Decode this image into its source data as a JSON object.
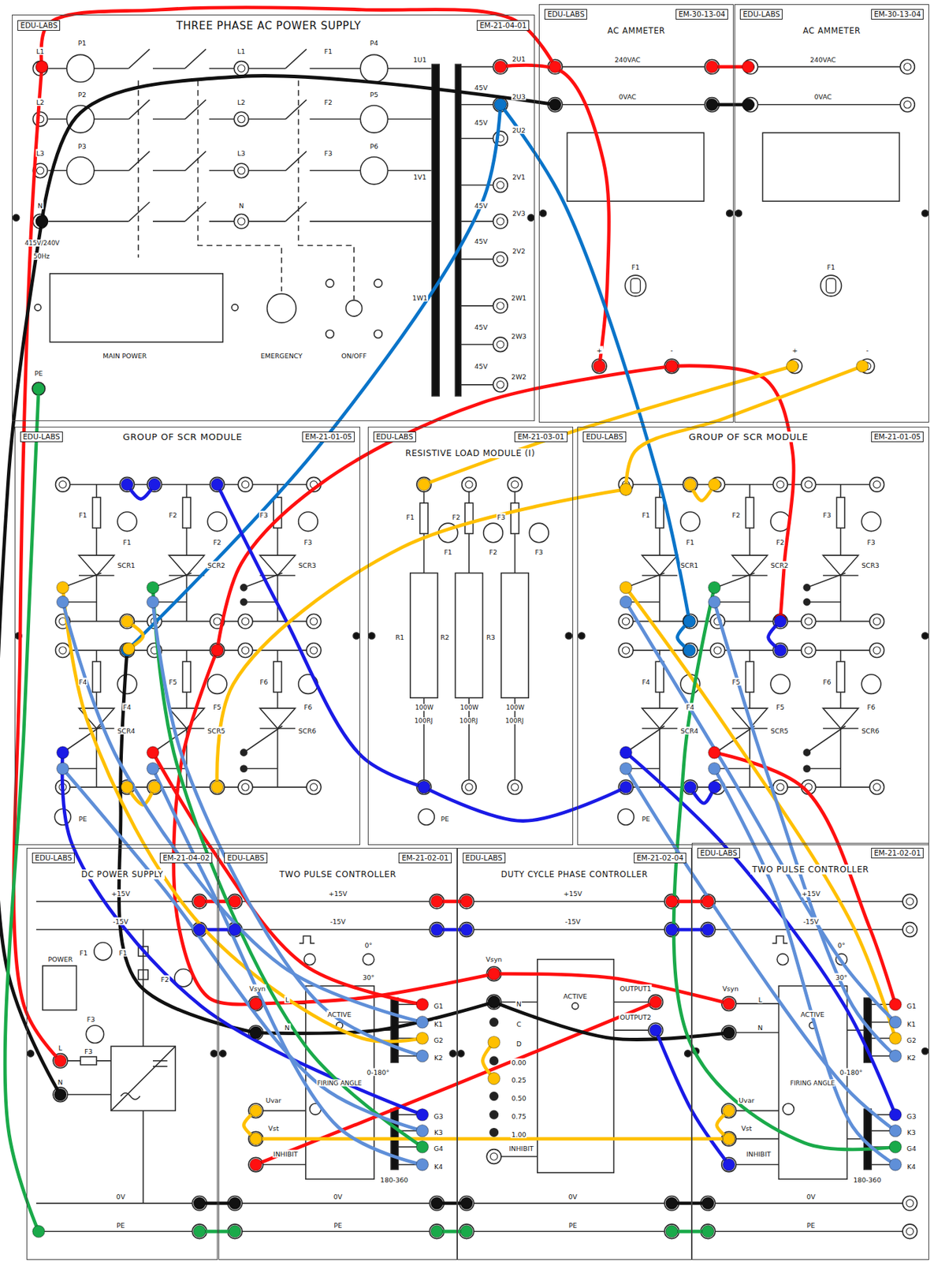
{
  "diagram": {
    "nodes": [
      {
        "text": [
          "EDU-LABS",
          "THREE PHASE AC POWER SUPPLY",
          "EM-21-04-01"
        ]
      },
      {
        "text": [
          "EDU-LABS",
          "AC AMMETER",
          "EM-30-13-04"
        ]
      },
      {
        "text": [
          "EDU-LABS",
          "AC AMMETER",
          "EM-30-13-04"
        ]
      },
      {
        "text": [
          "EDU-LABS",
          "GROUP OF SCR MODULE",
          "EM-21-01-05"
        ]
      },
      {
        "text": [
          "EDU-LABS",
          "RESISTIVE LOAD MODULE (I)",
          "EM-21-03-01"
        ]
      },
      {
        "text": [
          "EDU-LABS",
          "GROUP OF SCR MODULE",
          "EM-21-01-05"
        ]
      },
      {
        "text": [
          "EDU-LABS",
          "DC POWER SUPPLY",
          "EM-21-04-02"
        ]
      },
      {
        "text": [
          "EDU-LABS",
          "TWO PULSE CONTROLLER",
          "EM-21-02-01"
        ]
      },
      {
        "text": [
          "EDU-LABS",
          "DUTY CYCLE PHASE CONTROLLER",
          "EM-21-02-04"
        ]
      },
      {
        "text": [
          "EDU-LABS",
          "TWO PULSE CONTROLLER",
          "EM-21-02-01"
        ]
      }
    ],
    "labels": [
      "L1",
      "P1",
      "L2",
      "P2",
      "L3",
      "P3",
      "N",
      "415V/240V 50Hz",
      "PE",
      "L1",
      "L2",
      "L3",
      "N",
      "F1",
      "F2",
      "F3",
      "P4",
      "P5",
      "P6",
      "1U1",
      "1V1",
      "1W1",
      "2U1",
      "2U3",
      "2U2",
      "2V1",
      "2V3",
      "2V2",
      "2W1",
      "2W3",
      "2W2",
      "45V",
      "45V",
      "45V",
      "45V",
      "45V",
      "45V",
      "MAIN POWER",
      "EMERGENCY",
      "ON/OFF",
      "240VAC",
      "0VAC",
      "F1",
      "+",
      "-",
      "240VAC",
      "0VAC",
      "F1",
      "+",
      "-",
      "F1",
      "F2",
      "F3",
      "F1",
      "F2",
      "F3",
      "SCR1",
      "SCR2",
      "SCR3",
      "F4",
      "F5",
      "F6",
      "F4",
      "F5",
      "F6",
      "SCR4",
      "SCR5",
      "SCR6",
      "PE",
      "F1",
      "F2",
      "F3",
      "F1",
      "F2",
      "F3",
      "SCR1",
      "SCR2",
      "SCR3",
      "F4",
      "F5",
      "F6",
      "F4",
      "F5",
      "F6",
      "SCR4",
      "SCR5",
      "SCR6",
      "PE",
      "F1",
      "F2",
      "F3",
      "F1",
      "F2",
      "F3",
      "R1",
      "R2",
      "R3",
      "100W 100RJ",
      "100W 100RJ",
      "100W 100RJ",
      "PE",
      "+15V",
      "-15V",
      "POWER",
      "F1",
      "F1",
      "F2",
      "F3",
      "F3",
      "L",
      "N",
      "0V",
      "PE",
      "+15V",
      "-15V",
      "0°",
      "30°",
      "Vsyn",
      "L",
      "N",
      "ACTIVE",
      "G1",
      "K1",
      "G2",
      "K2",
      "0-180°",
      "FIRING ANGLE",
      "Uvar",
      "Vst",
      "INHIBIT",
      "G3",
      "K3",
      "G4",
      "K4",
      "180-360",
      "0V",
      "PE",
      "+15V",
      "-15V",
      "Vsyn",
      "N",
      "ACTIVE",
      "C",
      "D",
      "0.00",
      "0.25",
      "0.50",
      "0.75",
      "1.00",
      "INHIBIT",
      "OUTPUT1",
      "OUTPUT2",
      "0V",
      "PE",
      "+15V",
      "-15V",
      "0°",
      "30°",
      "Vsyn",
      "L",
      "N",
      "ACTIVE",
      "G1",
      "K1",
      "G2",
      "K2",
      "0-180°",
      "FIRING ANGLE",
      "Uvar",
      "Vst",
      "INHIBIT",
      "G3",
      "K3",
      "G4",
      "K4",
      "180-360",
      "0V",
      "PE"
    ]
  }
}
